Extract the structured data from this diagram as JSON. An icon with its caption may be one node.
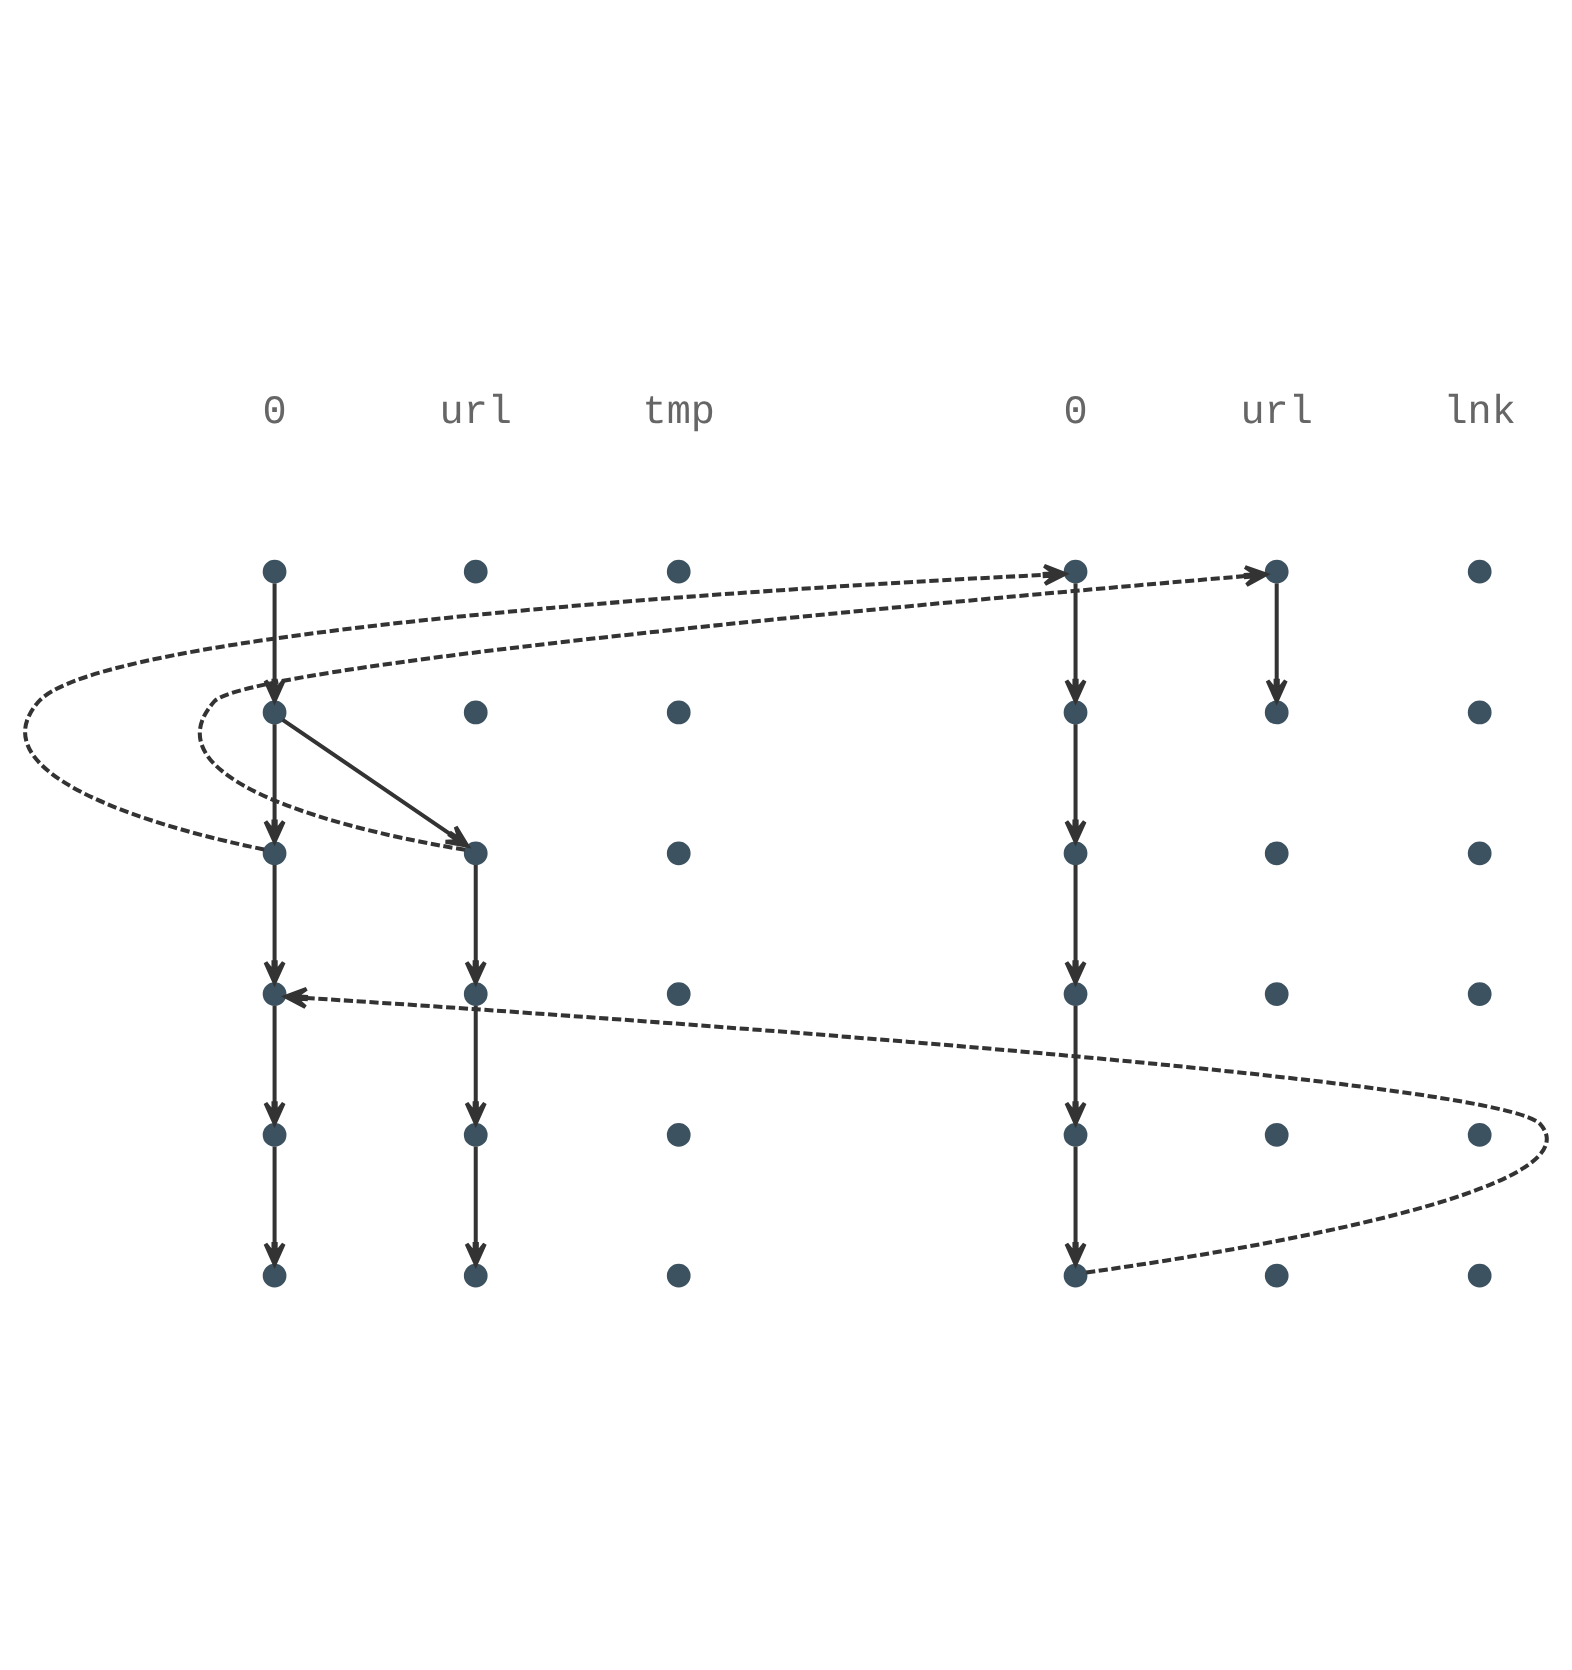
{
  "diagram": {
    "nodes": [
      {
        "text": [],
        "shape": "circle"
      },
      {
        "text": [],
        "shape": "circle"
      },
      {
        "text": [],
        "shape": "circle"
      },
      {
        "text": [],
        "shape": "circle"
      },
      {
        "text": [],
        "shape": "circle"
      },
      {
        "text": [],
        "shape": "circle"
      },
      {
        "text": [],
        "shape": "circle"
      },
      {
        "text": [],
        "shape": "circle"
      },
      {
        "text": [],
        "shape": "circle"
      },
      {
        "text": [],
        "shape": "circle"
      },
      {
        "text": [],
        "shape": "circle"
      },
      {
        "text": [],
        "shape": "circle"
      },
      {
        "text": [],
        "shape": "circle"
      },
      {
        "text": [],
        "shape": "circle"
      },
      {
        "text": [],
        "shape": "circle"
      },
      {
        "text": [],
        "shape": "circle"
      },
      {
        "text": [],
        "shape": "circle"
      },
      {
        "text": [],
        "shape": "circle"
      },
      {
        "text": [],
        "shape": "circle"
      },
      {
        "text": [],
        "shape": "circle"
      },
      {
        "text": [],
        "shape": "circle"
      },
      {
        "text": [],
        "shape": "circle"
      },
      {
        "text": [],
        "shape": "circle"
      },
      {
        "text": [],
        "shape": "circle"
      },
      {
        "text": [],
        "shape": "circle"
      },
      {
        "text": [],
        "shape": "circle"
      },
      {
        "text": [],
        "shape": "circle"
      },
      {
        "text": [],
        "shape": "circle"
      },
      {
        "text": [],
        "shape": "circle"
      },
      {
        "text": [],
        "shape": "circle"
      },
      {
        "text": [],
        "shape": "circle"
      },
      {
        "text": [],
        "shape": "circle"
      },
      {
        "text": [],
        "shape": "circle"
      },
      {
        "text": [],
        "shape": "circle"
      },
      {
        "text": [],
        "shape": "circle"
      },
      {
        "text": [],
        "shape": "circle"
      }
    ],
    "edges": [
      {
        "from": 0,
        "to": 6,
        "arrow": "to"
      },
      {
        "from": 6,
        "to": 12,
        "arrow": "to"
      },
      {
        "from": 12,
        "to": 18,
        "arrow": "to"
      },
      {
        "from": 18,
        "to": 24,
        "arrow": "to"
      },
      {
        "from": 24,
        "to": 30,
        "arrow": "to"
      },
      {
        "from": 6,
        "to": 13,
        "arrow": "to"
      },
      {
        "from": 13,
        "to": 19,
        "arrow": "to"
      },
      {
        "from": 19,
        "to": 25,
        "arrow": "to"
      },
      {
        "from": 25,
        "to": 31,
        "arrow": "to"
      },
      {
        "from": 3,
        "to": 9,
        "arrow": "to"
      },
      {
        "from": 9,
        "to": 15,
        "arrow": "to"
      },
      {
        "from": 15,
        "to": 21,
        "arrow": "to"
      },
      {
        "from": 21,
        "to": 27,
        "arrow": "to"
      },
      {
        "from": 27,
        "to": 33,
        "arrow": "to"
      },
      {
        "from": 4,
        "to": 10,
        "arrow": "to"
      },
      {
        "from": 12,
        "to": 3,
        "arrow": "to",
        "style": "dashed"
      },
      {
        "from": 13,
        "to": 4,
        "arrow": "to",
        "style": "dashed"
      },
      {
        "from": 33,
        "to": 18,
        "arrow": "to",
        "style": "dashed"
      }
    ],
    "labels": [
      "0",
      "url",
      "tmp",
      "0",
      "url",
      "lnk"
    ]
  }
}
